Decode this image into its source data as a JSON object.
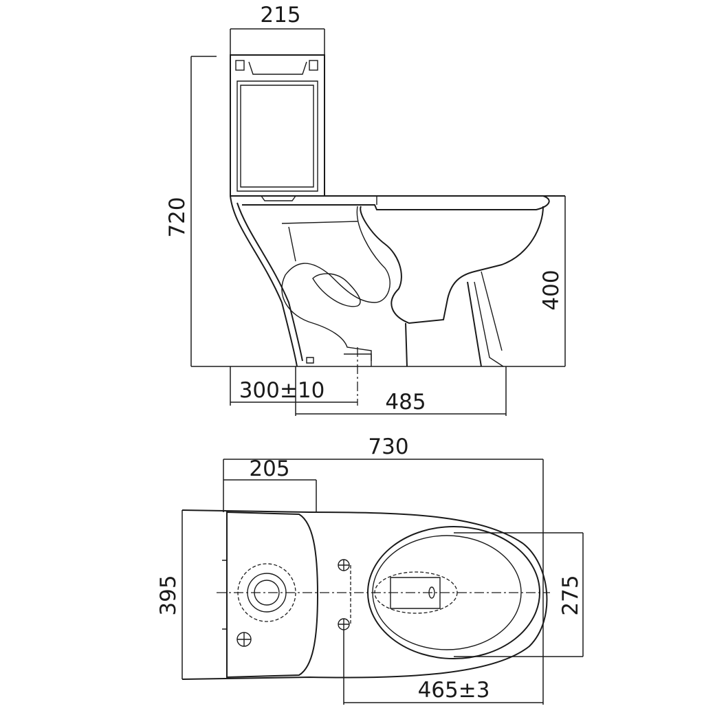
{
  "side_view": {
    "tank_width": "215",
    "total_height": "720",
    "seat_height": "400",
    "rough_in": "300±10",
    "outlet_to_front": "485"
  },
  "top_view": {
    "total_length": "730",
    "tank_depth": "205",
    "total_width": "395",
    "bowl_width": "275",
    "fixing_to_front": "465±3"
  }
}
